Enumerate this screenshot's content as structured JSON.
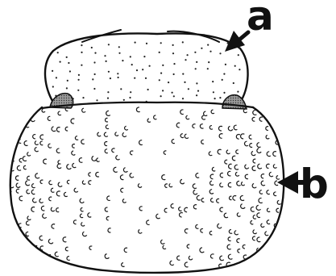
{
  "labels": {
    "a": "a",
    "b": "b"
  },
  "colors": {
    "ink": "#111111",
    "background": "#ffffff",
    "eye_fill": "#9a9a9a"
  },
  "parts": {
    "upper_shield": "pronotum",
    "lower_shield": "elytra",
    "eye_patches": "eye-patch"
  }
}
